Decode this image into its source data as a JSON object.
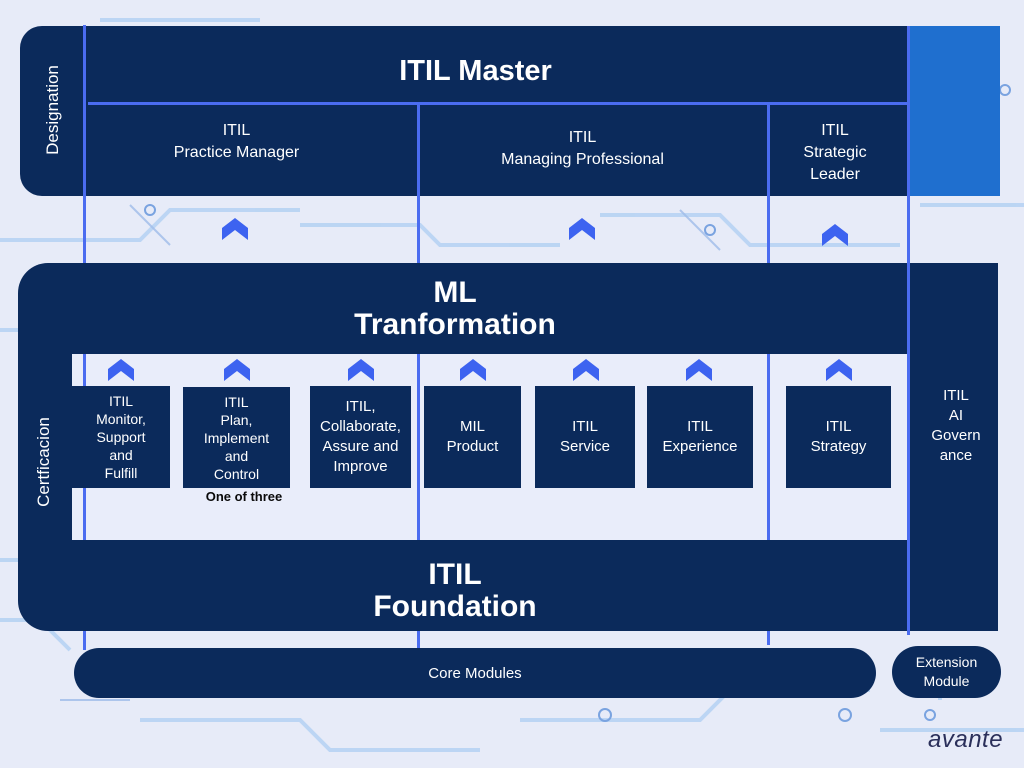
{
  "designation": {
    "side_label": "Designation",
    "master_title": "ITIL Master",
    "roles": [
      "ITIL\nPractice Manager",
      "ITIL\nManaging Professional",
      "ITIL\nStrategic\nLeader"
    ]
  },
  "certification": {
    "side_label": "Certficacion",
    "ml_title": "ML\nTranformation",
    "foundation_title": "ITIL\nFoundation",
    "modules": [
      "ITIL\nMonitor,\nSupport\nand\nFulfill",
      "ITIL\nPlan,\nImplement\nand\nControl",
      "ITIL,\nCollaborate,\nAssure and\nImprove",
      "MIL\nProduct",
      "ITIL\nService",
      "ITIL\nExperience",
      "ITIL\nStrategy"
    ],
    "note": "One of three",
    "ai_governance": "ITIL\nAI\nGovern\nance"
  },
  "footer": {
    "core_modules": "Core Modules",
    "extension_module": "Extension\nModule",
    "brand": "avante"
  },
  "colors": {
    "navy": "#0b2a5b",
    "accent_blue": "#4b6cf0",
    "bright_blue": "#1f6fcf",
    "background": "#e7ebf8"
  }
}
